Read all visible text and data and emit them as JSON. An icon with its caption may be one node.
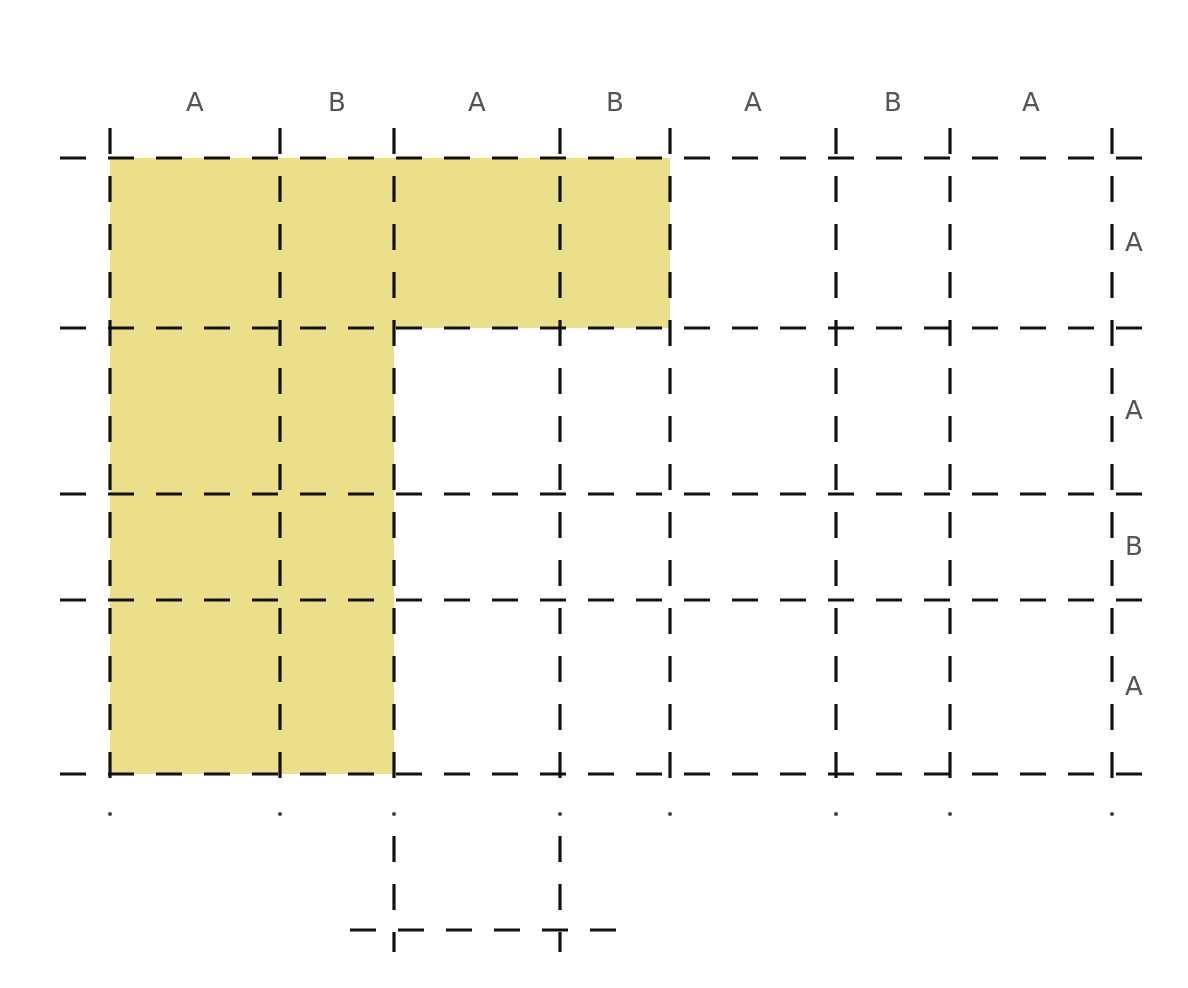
{
  "diagram": {
    "labels": [
      "A",
      "B",
      "A",
      "B",
      "A",
      "B",
      "A",
      "A",
      "A",
      "B",
      "A"
    ]
  }
}
